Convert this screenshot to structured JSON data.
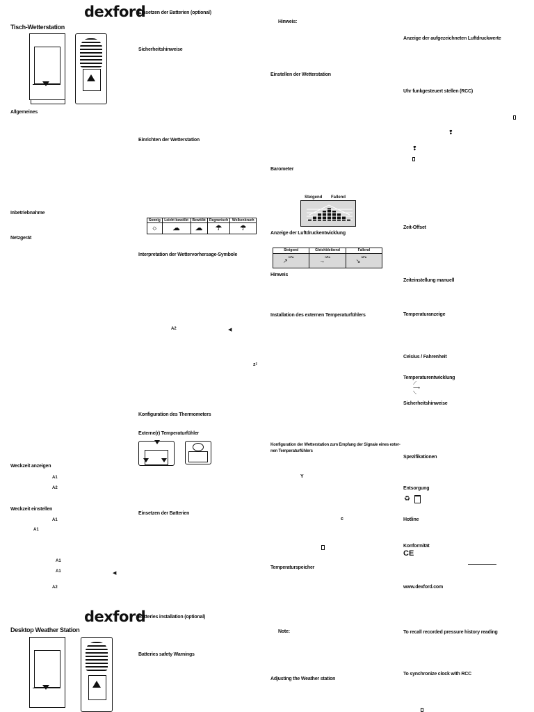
{
  "brand": "dexford",
  "de": {
    "title": "Tisch-Wetterstation",
    "col1": [
      "Allgemeines",
      "Inbetriebnahme",
      "Netzgerät"
    ],
    "weckzeit_anzeigen": "Weckzeit anzeigen",
    "weckzeit_einstellen": "Weckzeit einstellen",
    "a1": "A1",
    "a2": "A2",
    "col2": {
      "batterien_optional": "Einsetzen der Batterien (optional)",
      "sicherheitshinweise": "Sicherheitshinweise",
      "einrichten": "Einrichten der Wetterstation",
      "interpretation": "Interpretation der Wettervorhersage-Symbole",
      "konfiguration_thermometer": "Konfiguration des Thermometers",
      "externer_fuehler": "Externe(r) Temperaturfühler",
      "batterien": "Einsetzen der Batterien"
    },
    "weather_labels": [
      "Sonnig",
      "Leicht bewölkt",
      "Bewölkt",
      "Regnerisch",
      "Wolkenbruch"
    ],
    "col3": {
      "hinweis1": "Hinweis:",
      "einstellen": "Einstellen der Wetterstation",
      "barometer": "Barometer",
      "anzeige_luftdruck": "Anzeige der Luftdruckentwicklung",
      "hinweis2": "Hinweis",
      "installation_fuehler": "Installation des externen Temperaturfühlers",
      "konfiguration_line1": "Konfiguration der Wetterstation zum Empfang der Signale eines exter-",
      "konfiguration_line2": "nen Temperaturfühlers",
      "temperaturspeicher": "Temperaturspeicher"
    },
    "baro_labels": [
      "Steigend",
      "Fallend"
    ],
    "trend_labels": [
      "Steigend",
      "Gleichbleibend",
      "Fallend"
    ],
    "hpa": "hPa",
    "col4": {
      "aufgezeichnete": "Anzeige der aufgezeichneten Luftdruckwerte",
      "uhr_funk": "Uhr funkgesteuert stellen (RCC)",
      "zeit_offset": "Zeit-Offset",
      "zeit_manuell": "Zeiteinstellung manuell",
      "temp_anzeige": "Temperaturanzeige",
      "celsius": "Celsius / Fahrenheit",
      "temp_entwicklung": "Temperaturentwicklung",
      "sicherheitshinweise": "Sicherheitshinweise",
      "spezifikationen": "Spezifikationen",
      "entsorgung": "Entsorgung",
      "hotline": "Hotline",
      "konformitaet": "Konformität",
      "www": "www.dexford.com"
    },
    "ce": "CE"
  },
  "en": {
    "title": "Desktop Weather Station",
    "batteries_optional": "Batteries installation (optional)",
    "batteries_safety": "Batteries safety Warnings",
    "note": "Note:",
    "adjusting": "Adjusting the Weather station",
    "recall": "To recall recorded pressure history reading",
    "synchronize": "To synchronize clock with RCC"
  },
  "colors": {
    "ink": "#111111",
    "panel_gray": "#d9d9d9"
  }
}
